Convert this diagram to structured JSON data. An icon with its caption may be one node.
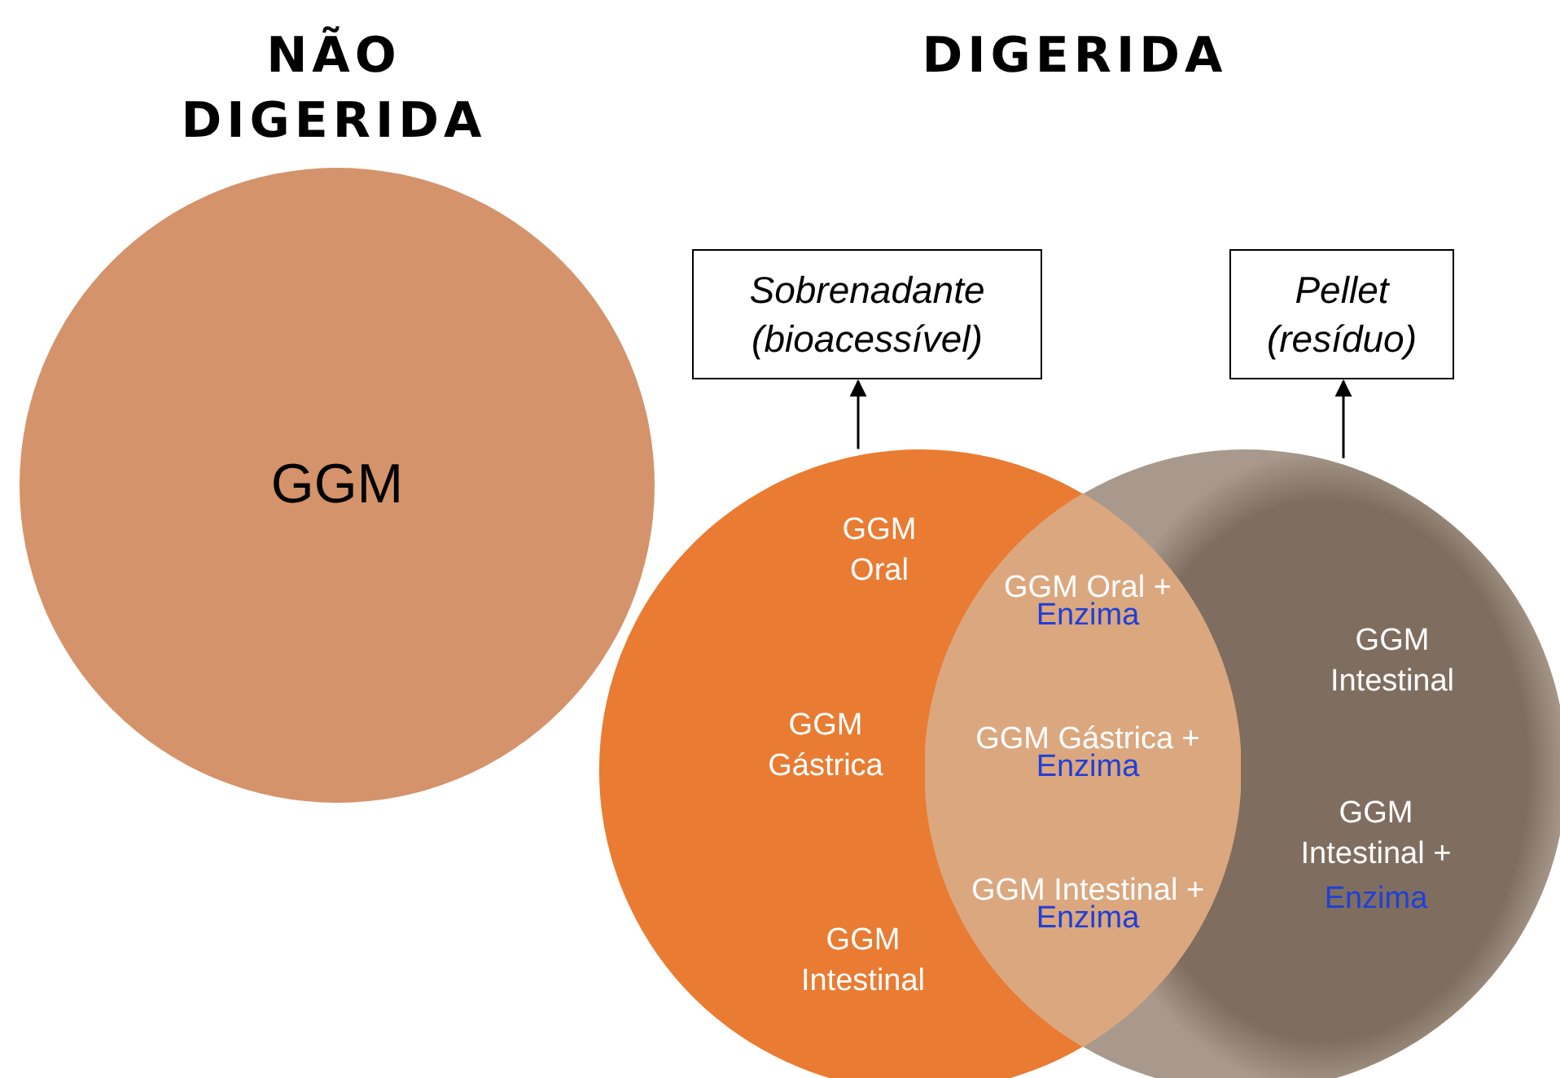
{
  "diagram": {
    "nodes": [
      {
        "text": [
          "GGM"
        ]
      },
      {
        "text": [
          "Sobrenadante (bioacessível)"
        ]
      },
      {
        "text": [
          "Pellet (resíduo)"
        ]
      },
      {
        "text": [
          "GGM Oral",
          "GGM Gástrica",
          "GGM Intestinal"
        ]
      },
      {
        "text": [
          "GGM Oral +",
          "Enzima",
          "GGM Gástrica +",
          "Enzima",
          "GGM Intestinal +",
          "Enzima"
        ]
      },
      {
        "text": [
          "GGM Intestinal",
          "GGM Intestinal +",
          "Enzima"
        ]
      }
    ],
    "edges": [
      {
        "from": 3,
        "to": 1,
        "arrow": "to"
      },
      {
        "from": 5,
        "to": 2,
        "arrow": "to"
      }
    ],
    "labels": [
      "NÃO DIGERIDA",
      "DIGERIDA"
    ]
  }
}
